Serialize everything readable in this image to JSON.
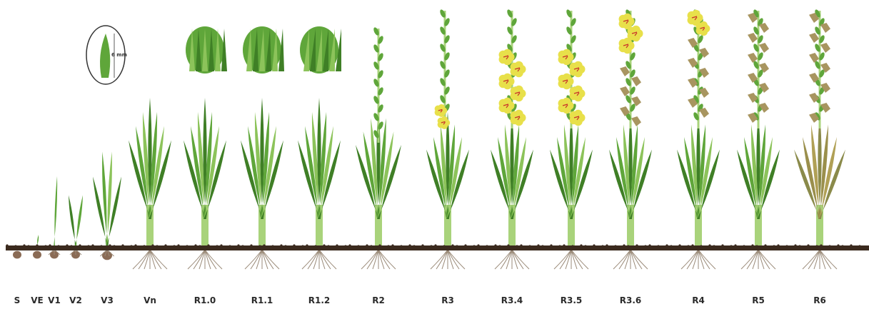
{
  "stages": [
    {
      "id": "S",
      "label": "S"
    },
    {
      "id": "VE",
      "label": "VE"
    },
    {
      "id": "V1",
      "label": "V1"
    },
    {
      "id": "V2",
      "label": "V2"
    },
    {
      "id": "V3",
      "label": "V3"
    },
    {
      "id": "Vn",
      "label": "Vn"
    },
    {
      "id": "R1.0",
      "label": "R1.0"
    },
    {
      "id": "R1.1",
      "label": "R1.1"
    },
    {
      "id": "R1.2",
      "label": "R1.2"
    },
    {
      "id": "R2",
      "label": "R2"
    },
    {
      "id": "R3",
      "label": "R3"
    },
    {
      "id": "R3.4",
      "label": "R3.4"
    },
    {
      "id": "R3.5",
      "label": "R3.5"
    },
    {
      "id": "R3.6",
      "label": "R3.6"
    },
    {
      "id": "R4",
      "label": "R4"
    },
    {
      "id": "R5",
      "label": "R5"
    },
    {
      "id": "R6",
      "label": "R6"
    }
  ],
  "inset": {
    "measure_label": "6 mm"
  },
  "colors": {
    "leaf": "#5fa63a",
    "leaf_dark": "#3f7f26",
    "leaf_light": "#8cc35a",
    "stem": "#a9d37b",
    "soil": "#3b2a1e",
    "corm": "#8a6b55",
    "flower": "#e8e04a",
    "flower_mark": "#c8302a",
    "wilted": "#a89560",
    "dead_leaf": "#8a8a4a"
  }
}
